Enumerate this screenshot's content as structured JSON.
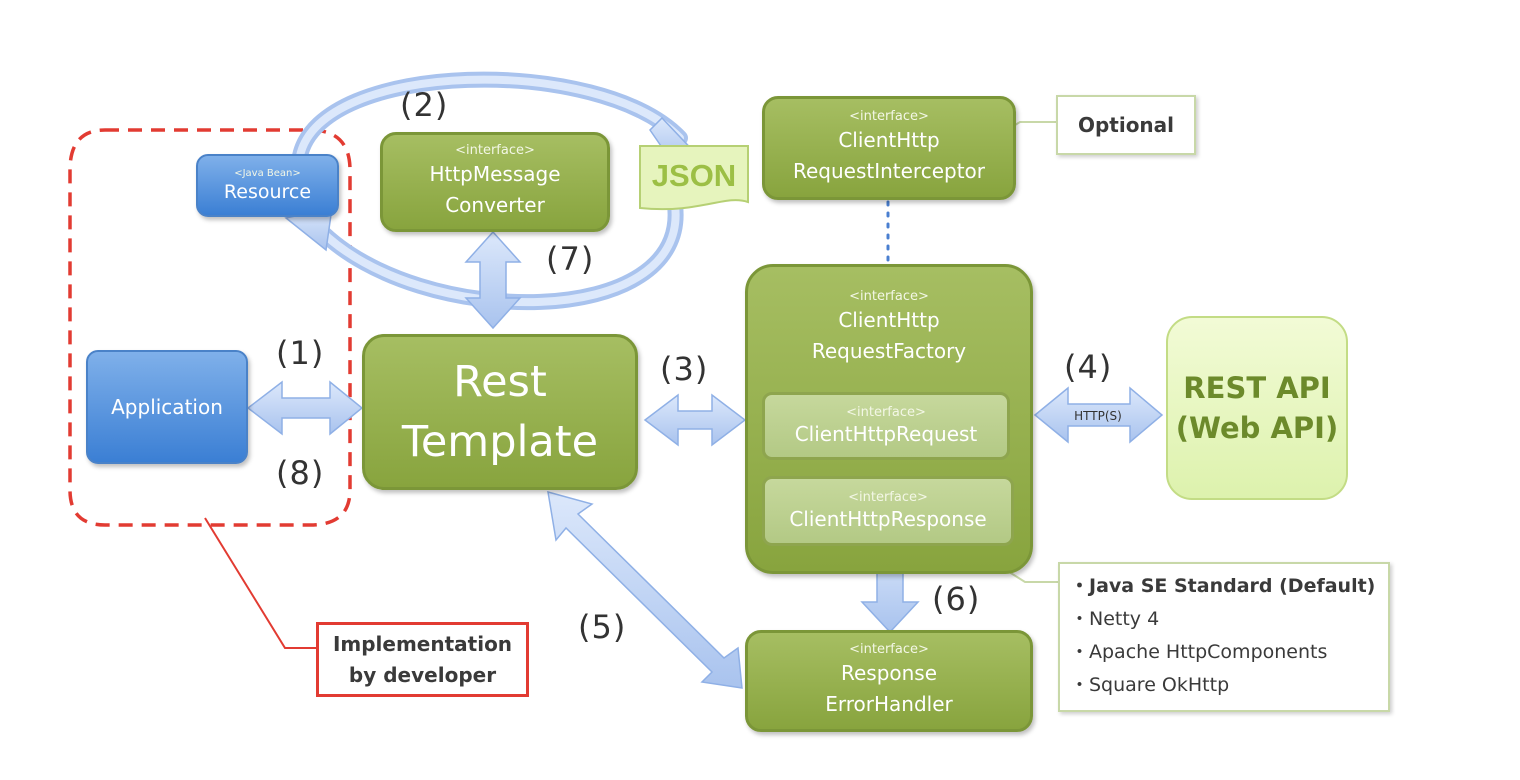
{
  "resource": {
    "stereotype": "<Java Bean>",
    "name": "Resource"
  },
  "application": {
    "name": "Application"
  },
  "converter": {
    "stereotype": "<interface>",
    "line1": "HttpMessage",
    "line2": "Converter"
  },
  "json_label": "JSON",
  "interceptor": {
    "stereotype": "<interface>",
    "line1": "ClientHttp",
    "line2": "RequestInterceptor"
  },
  "optional_note": "Optional",
  "rest_template": {
    "line1": "Rest",
    "line2": "Template"
  },
  "factory": {
    "stereotype": "<interface>",
    "line1": "ClientHttp",
    "line2": "RequestFactory"
  },
  "request": {
    "stereotype": "<interface>",
    "name": "ClientHttpRequest"
  },
  "response": {
    "stereotype": "<interface>",
    "name": "ClientHttpResponse"
  },
  "rest_api": {
    "line1": "REST API",
    "line2": "(Web API)"
  },
  "http_label": "HTTP(S)",
  "error_handler": {
    "stereotype": "<interface>",
    "line1": "Response",
    "line2": "ErrorHandler"
  },
  "impl_note": {
    "line1": "Implementation",
    "line2": "by developer"
  },
  "impl_list": [
    "・Java SE Standard (Default)",
    "・Netty 4",
    "・Apache HttpComponents",
    "・Square OkHttp"
  ],
  "steps": {
    "s1": "(1)",
    "s2": "(2)",
    "s3": "(3)",
    "s4": "(4)",
    "s5": "(5)",
    "s6": "(6)",
    "s7": "(7)",
    "s8": "(8)"
  },
  "colors": {
    "green": "#88a43e",
    "blue": "#3b7fd4",
    "arrow": "#b8cff2",
    "dashed_red": "#e23b32"
  }
}
